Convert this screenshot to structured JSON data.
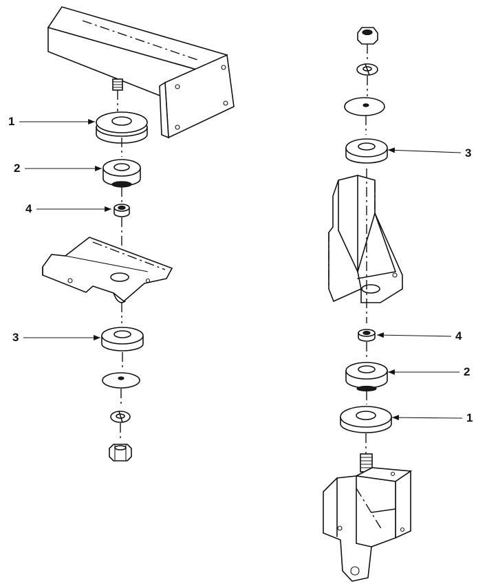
{
  "callouts": {
    "left": [
      "1",
      "2",
      "4",
      "3"
    ],
    "right": [
      "3",
      "4",
      "2",
      "1"
    ]
  },
  "colors": {
    "ink": "#111111",
    "paper": "#ffffff"
  }
}
